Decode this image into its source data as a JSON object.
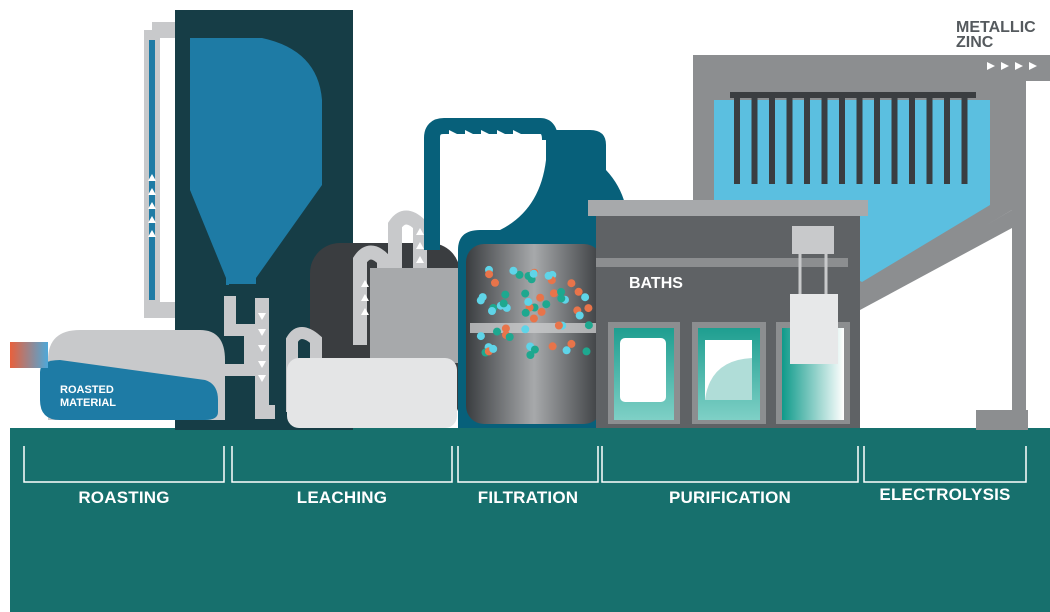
{
  "labels": {
    "metallic_zinc": "METALLIC\nZINC",
    "roasted_material": "ROASTED\nMATERIAL",
    "baths": "BATHS"
  },
  "stages": [
    {
      "name": "ROASTING"
    },
    {
      "name": "LEACHING"
    },
    {
      "name": "FILTRATION"
    },
    {
      "name": "PURIFICATION"
    },
    {
      "name": "ELECTROLYSIS"
    }
  ],
  "colors": {
    "ground": "#17706d",
    "dark_teal": "#163d46",
    "blue": "#1e7ba5",
    "petrol": "#07607a",
    "grey": "#8c8e90",
    "light_grey": "#c8c9cb",
    "water": "#5bbfe0",
    "orange_particle": "#e8744a",
    "cyan_particle": "#5fd4e8",
    "green_particle": "#1ea88f"
  },
  "icons": [
    "flow-arrow-icon"
  ]
}
